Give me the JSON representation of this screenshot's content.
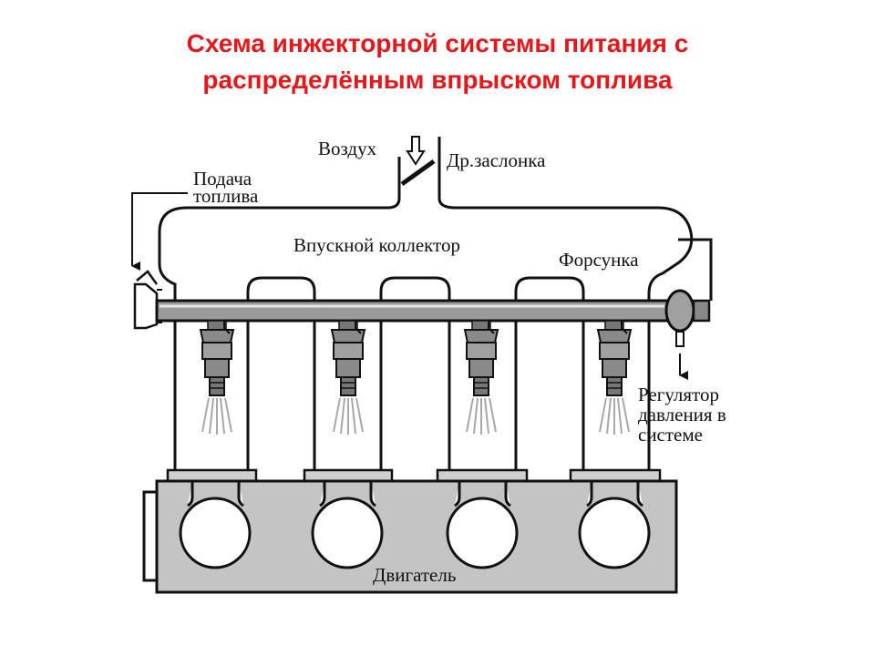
{
  "title": {
    "line1": "Схема инжекторной системы питания с",
    "line2": "распределённым впрыском топлива"
  },
  "labels": {
    "air": "Воздух",
    "throttle": "Др.заслонка",
    "fuel_supply_1": "Подача",
    "fuel_supply_2": "топлива",
    "manifold": "Впускной коллектор",
    "injector": "Форсунка",
    "regulator_1": "Регулятор",
    "regulator_2": "давления в",
    "regulator_3": "системе",
    "engine": "Двигатель"
  },
  "colors": {
    "title": "#e3181b",
    "line": "#111111",
    "rail_fill": "#9a9a9a",
    "block_fill": "#c4c4c4",
    "injector_fill": "#8a8a8a"
  },
  "injector_count": 4
}
